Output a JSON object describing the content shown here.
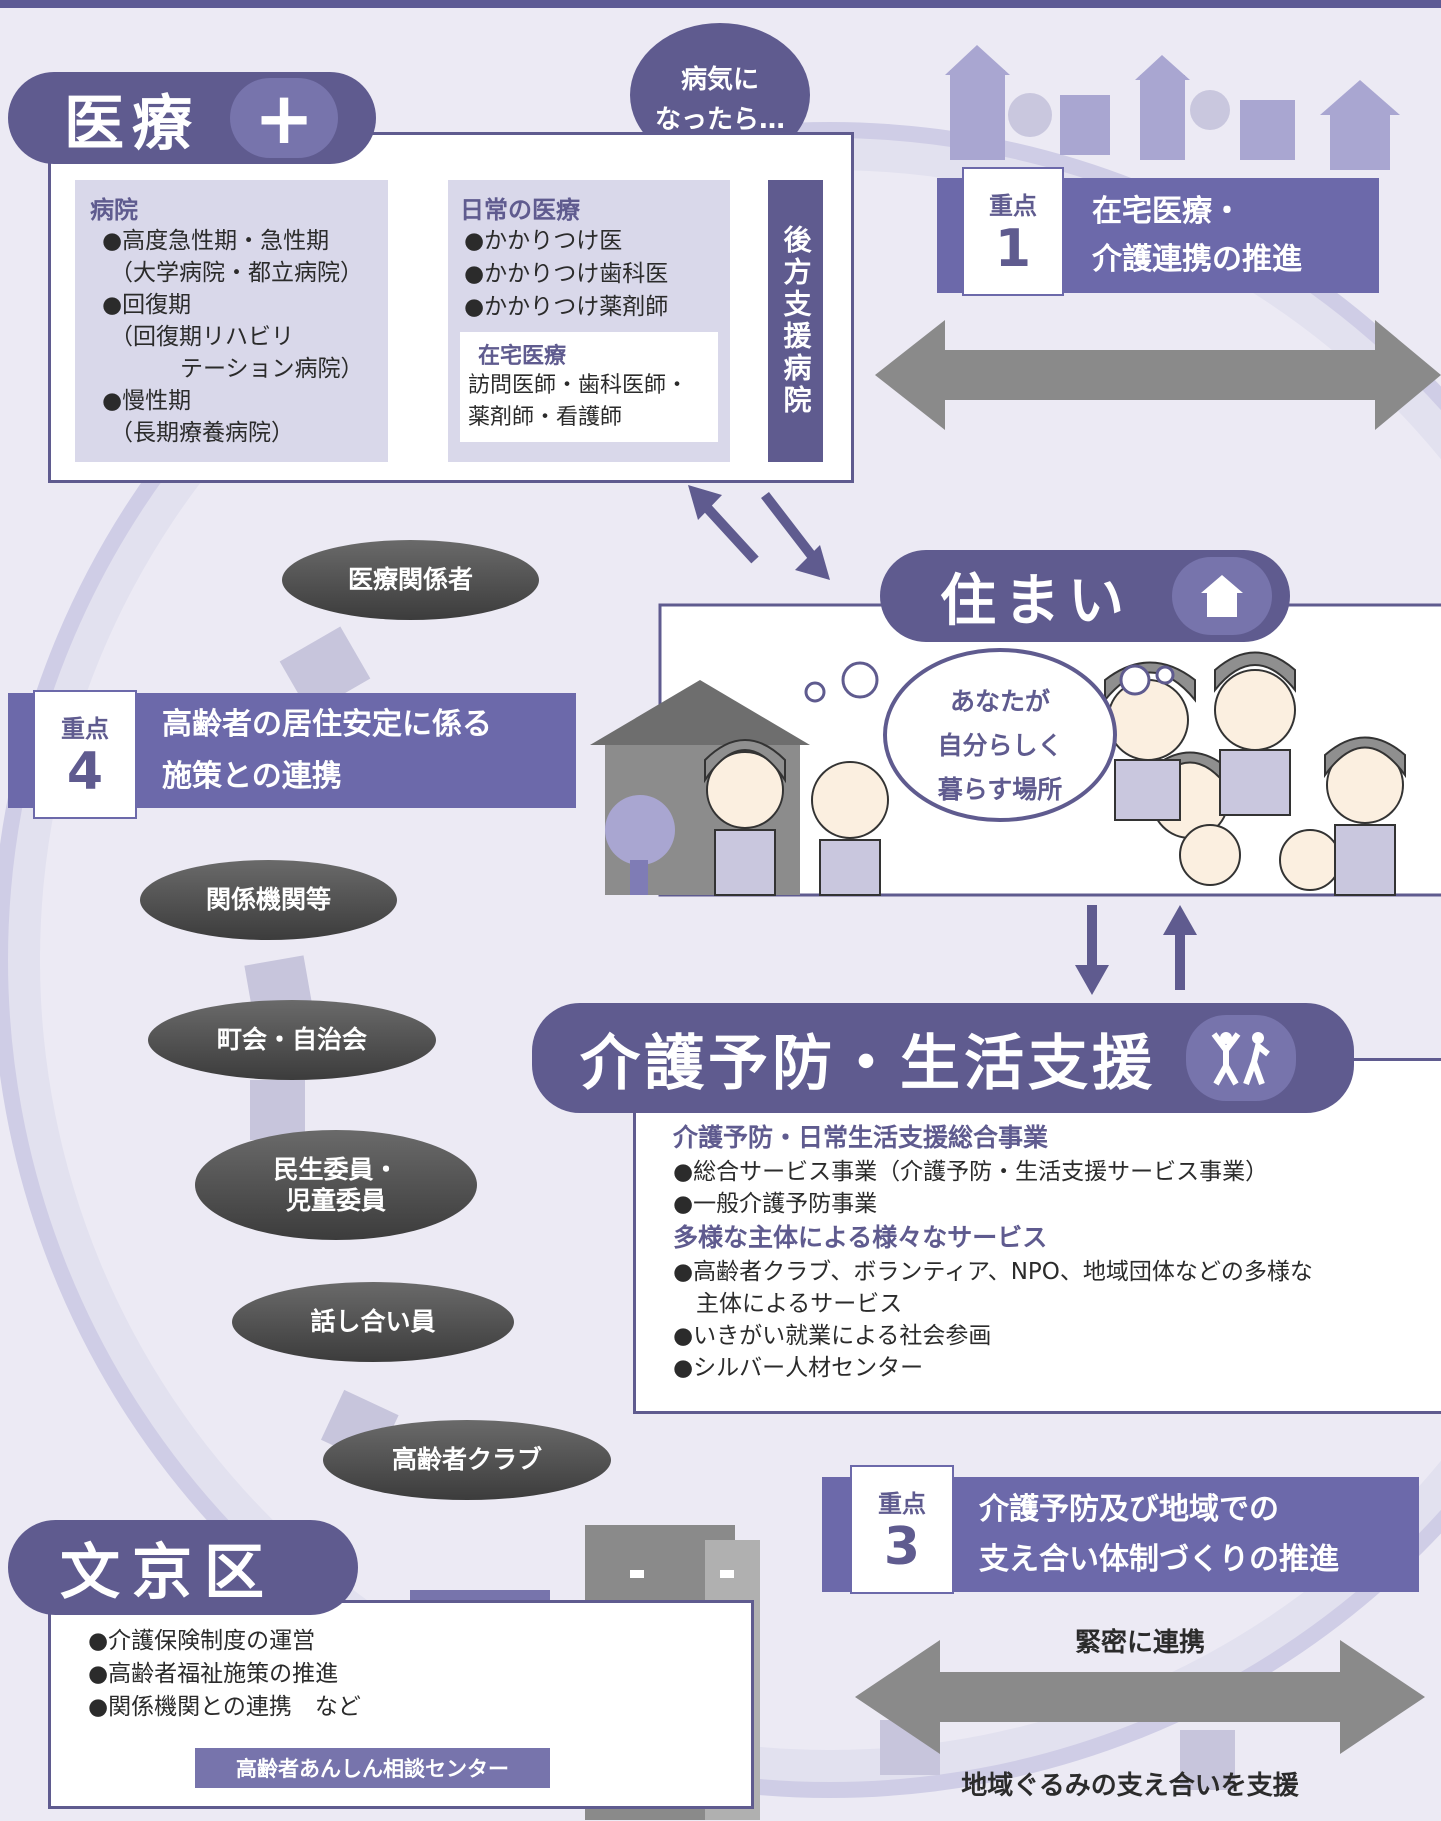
{
  "medical": {
    "header": "医療",
    "bubble": "病気に\nなったら…",
    "hospital_title": "病院",
    "hospital_items": [
      "●高度急性期・急性期",
      "（大学病院・都立病院）",
      "●回復期",
      "（回復期リハビリ",
      "テーション病院）",
      "●慢性期",
      "（長期療養病院）"
    ],
    "daily_title": "日常の医療",
    "daily_items": [
      "●かかりつけ医",
      "●かかりつけ歯科医",
      "●かかりつけ薬剤師"
    ],
    "home_title": "在宅医療",
    "home_items": [
      "訪問医師・歯科医師・",
      "薬剤師・看護師"
    ],
    "backup": "後方支援病院"
  },
  "kp1": {
    "label": "重点",
    "num": "1",
    "text": "在宅医療・\n介護連携の推進"
  },
  "kp4": {
    "label": "重点",
    "num": "4",
    "text": "高齢者の居住安定に係る\n施策との連携"
  },
  "kp3": {
    "label": "重点",
    "num": "3",
    "text": "介護予防及び地域での\n支え合い体制づくりの推進"
  },
  "housing": {
    "header": "住まい",
    "thought": "あなたが\n自分らしく\n暮らす場所"
  },
  "ovals": [
    "医療関係者",
    "関係機関等",
    "町会・自治会",
    "民生委員・\n児童委員",
    "話し合い員",
    "高齢者クラブ"
  ],
  "prevention": {
    "header": "介護予防・生活支援",
    "title1": "介護予防・日常生活支援総合事業",
    "items1": [
      "●総合サービス事業（介護予防・生活支援サービス事業）",
      "●一般介護予防事業"
    ],
    "title2": "多様な主体による様々なサービス",
    "items2": [
      "●高齢者クラブ、ボランティア、NPO、地域団体などの多様な",
      "　主体によるサービス",
      "●いきがい就業による社会参画",
      "●シルバー人材センター"
    ]
  },
  "bunkyo": {
    "header": "文京区",
    "items": [
      "●介護保険制度の運営",
      "●高齢者福祉施策の推進",
      "●関係機関との連携　など"
    ],
    "center": "高齢者あんしん相談センター"
  },
  "labels": {
    "close": "緊密に連携",
    "community": "地域ぐるみの支え合いを支援"
  },
  "colors": {
    "primary": "#5f5b8f",
    "keypoint": "#6c69aa",
    "lavender": "#d9d8ea",
    "background": "#eceaf4",
    "arrow": "#8a8a8a"
  }
}
